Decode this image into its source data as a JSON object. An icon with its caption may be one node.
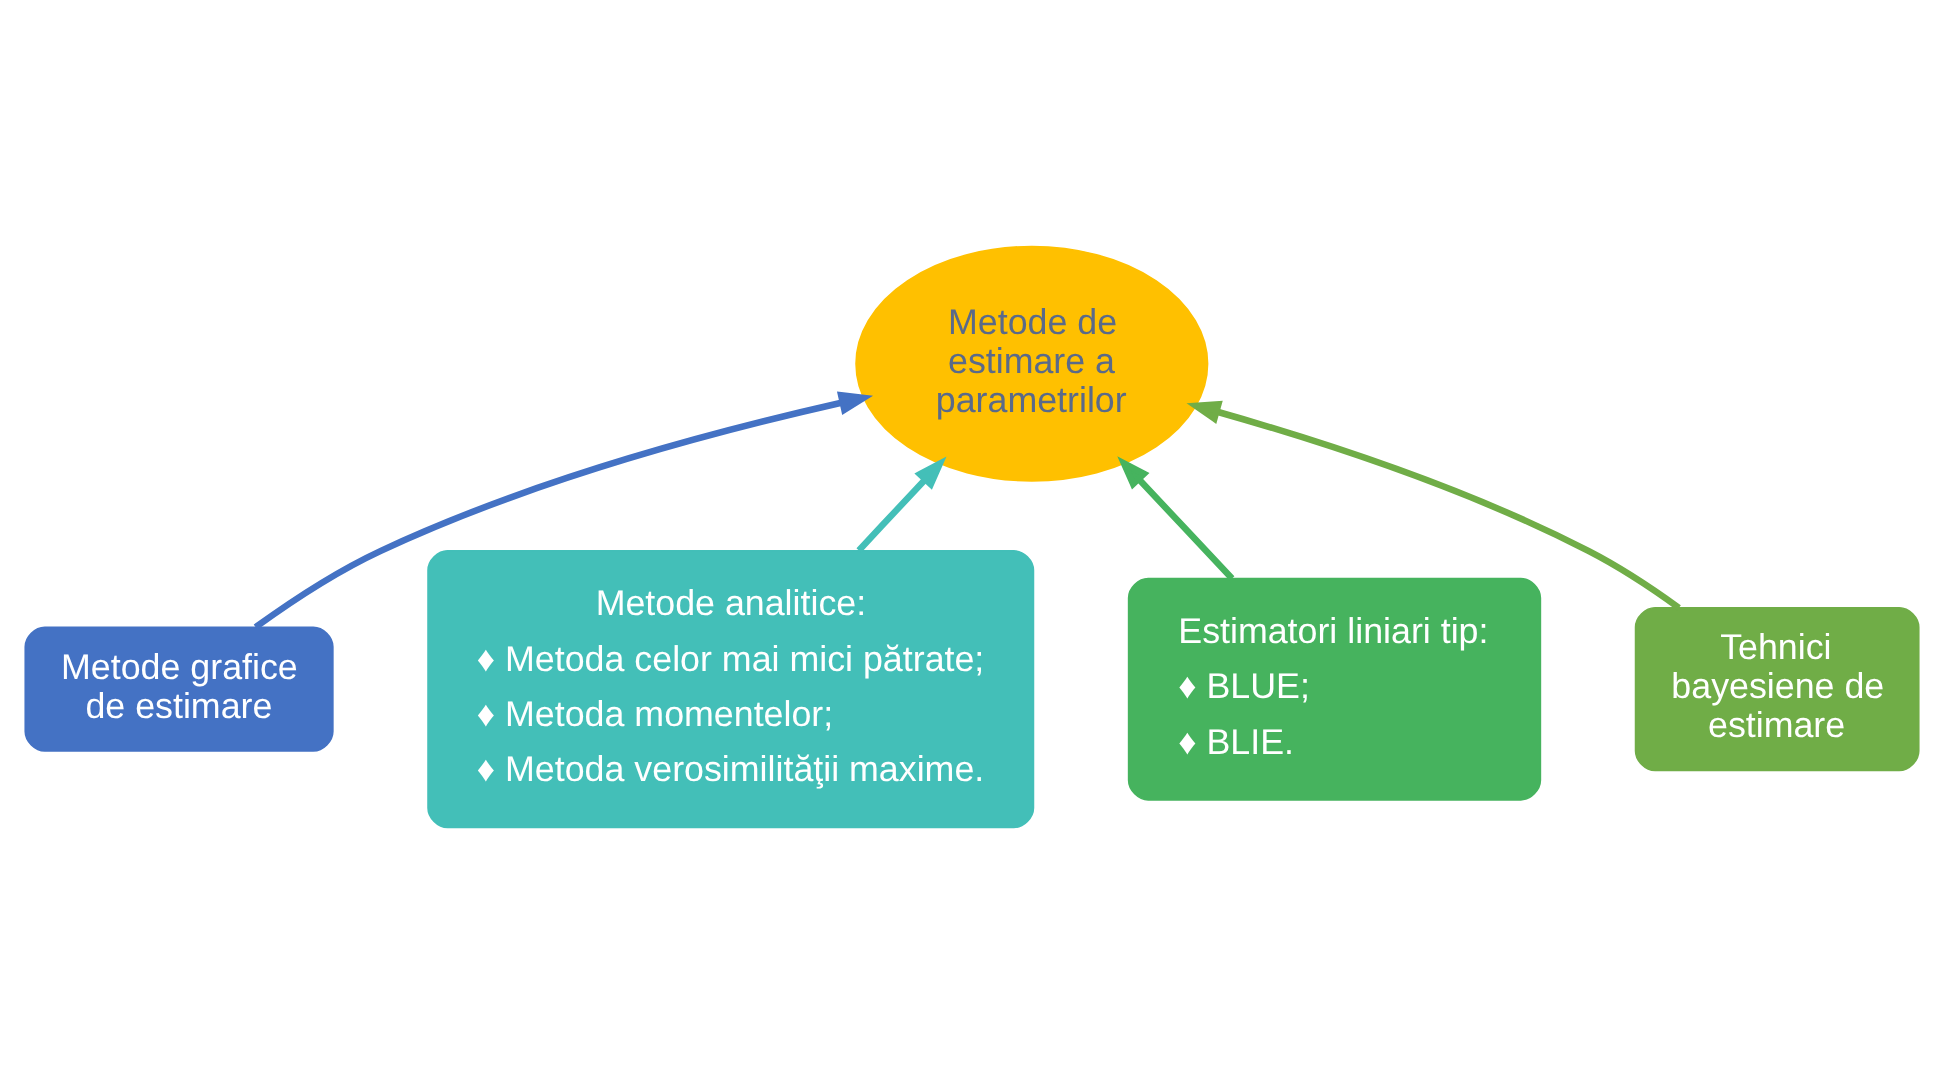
{
  "diagram": {
    "nodes": [
      {
        "text": [
          "Metode de estimare a parametrilor"
        ]
      },
      {
        "text": [
          "Metode grafice de estimare"
        ]
      },
      {
        "text": [
          "Tehnici bayesiene de estimare"
        ]
      },
      {
        "text": [
          "Metode analitice:",
          "♦ Metoda celor mai mici pătrate;",
          "♦ Metoda momentelor;",
          "♦ Metoda verosimilităţii maxime."
        ]
      },
      {
        "text": [
          "Estimatori liniari tip:",
          "♦ BLUE;",
          "♦ BLIE."
        ]
      }
    ],
    "edges": [
      {
        "from": 1,
        "to": 0,
        "arrow": "to",
        "color": "#4472c4"
      },
      {
        "from": 2,
        "to": 0,
        "arrow": "to",
        "color": "#70ad47"
      },
      {
        "from": 3,
        "to": 0,
        "arrow": "to",
        "color": "#43bfb8"
      },
      {
        "from": 4,
        "to": 0,
        "arrow": "to",
        "color": "#46b35e"
      }
    ]
  }
}
